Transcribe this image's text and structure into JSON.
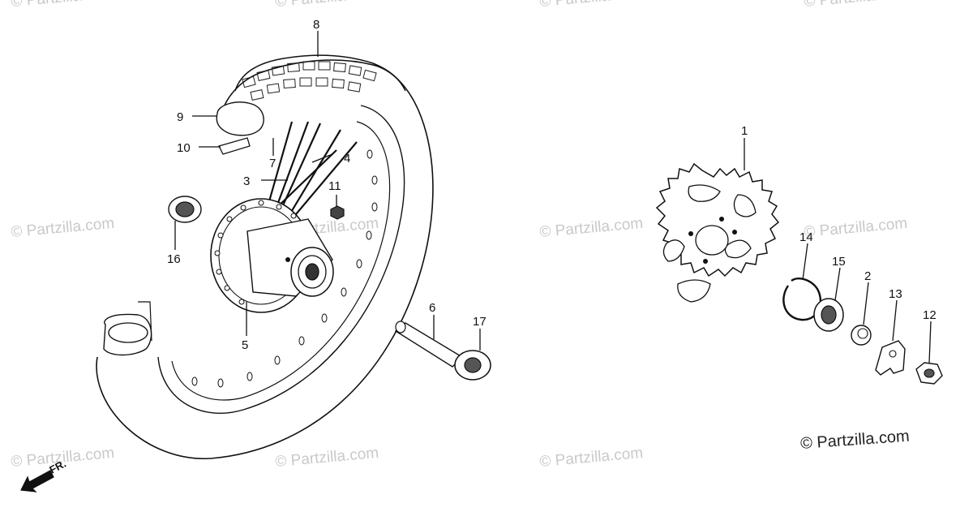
{
  "copyright": "© Partzilla.com",
  "watermark": "© Partzilla.com",
  "direction_label": "FR.",
  "callouts": {
    "c1": "1",
    "c2": "2",
    "c3": "3",
    "c4": "4",
    "c5": "5",
    "c6": "6",
    "c7": "7",
    "c8": "8",
    "c9": "9",
    "c10": "10",
    "c11": "11",
    "c12": "12",
    "c13": "13",
    "c14": "14",
    "c15": "15",
    "c16": "16",
    "c17": "17"
  }
}
